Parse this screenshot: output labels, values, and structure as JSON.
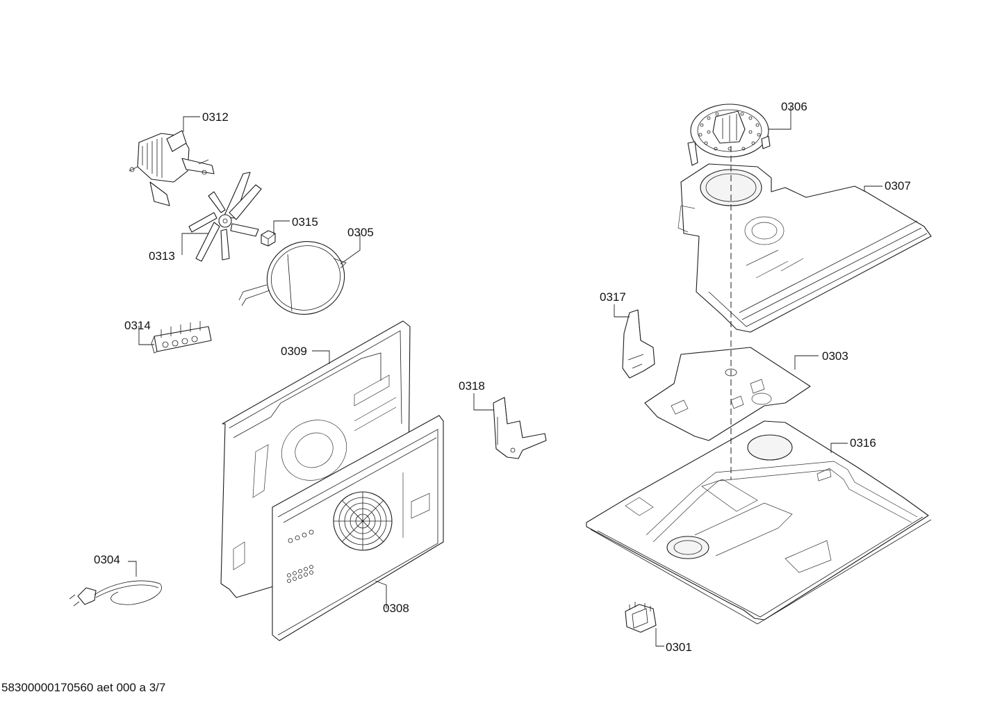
{
  "diagram": {
    "callouts": {
      "p0301": "0301",
      "p0303": "0303",
      "p0304": "0304",
      "p0305": "0305",
      "p0306": "0306",
      "p0307": "0307",
      "p0308": "0308",
      "p0309": "0309",
      "p0312": "0312",
      "p0313": "0313",
      "p0314": "0314",
      "p0315": "0315",
      "p0316": "0316",
      "p0317": "0317",
      "p0318": "0318"
    },
    "document_reference": "58300000170560 aet 000 a 3/7"
  }
}
